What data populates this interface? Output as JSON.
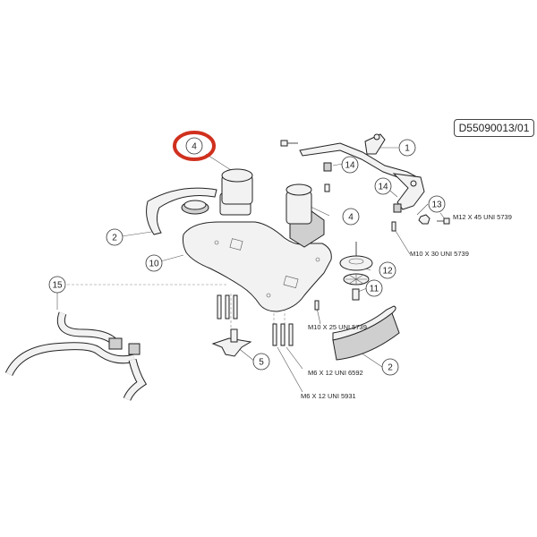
{
  "drawing_code": "D55090013/01",
  "highlight_color": "#d0301e",
  "callouts": [
    {
      "id": "c1",
      "label": "1"
    },
    {
      "id": "c2a",
      "label": "2"
    },
    {
      "id": "c2b",
      "label": "2"
    },
    {
      "id": "c4a",
      "label": "4"
    },
    {
      "id": "c4b",
      "label": "4"
    },
    {
      "id": "c5",
      "label": "5"
    },
    {
      "id": "c10",
      "label": "10"
    },
    {
      "id": "c11",
      "label": "11"
    },
    {
      "id": "c12",
      "label": "12"
    },
    {
      "id": "c13",
      "label": "13"
    },
    {
      "id": "c14a",
      "label": "14"
    },
    {
      "id": "c14b",
      "label": "14"
    },
    {
      "id": "c15",
      "label": "15"
    }
  ],
  "specs": {
    "m12x45": "M12 X 45 UNI 5739",
    "m10x30": "M10 X 30 UNI 5739",
    "m10x25": "M10 X 25 UNI 5739",
    "m6x12_6592": "M6 X 12 UNI 6592",
    "m6x12_5931": "M6 X 12 UNI 5931"
  }
}
